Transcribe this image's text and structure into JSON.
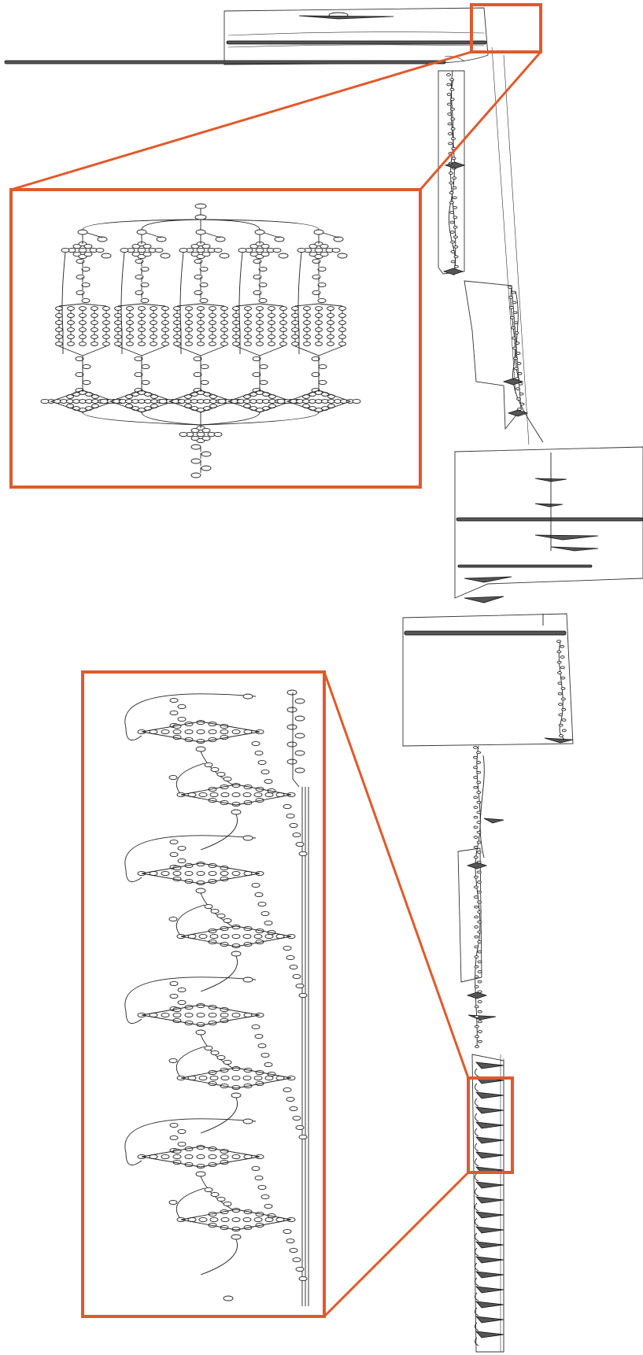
{
  "theme": {
    "callout_color": "#e05a2b",
    "line_color": "#222222",
    "node_fill": "#ffffff",
    "background": "#ffffff"
  },
  "figure": {
    "description_labels": [],
    "overview": {
      "segments": [
        "top-wide-cluster",
        "first-chain",
        "second-chain",
        "middle-wide-cluster",
        "lower-wide-cluster",
        "lower-chain",
        "bottom-repeating-stack"
      ]
    },
    "zoom_top": {
      "branch_count": 5,
      "levels_per_branch": 6,
      "bottom_tail_nodes": 5
    },
    "zoom_bottom": {
      "stage_count": 8,
      "side_lines": 3
    }
  }
}
